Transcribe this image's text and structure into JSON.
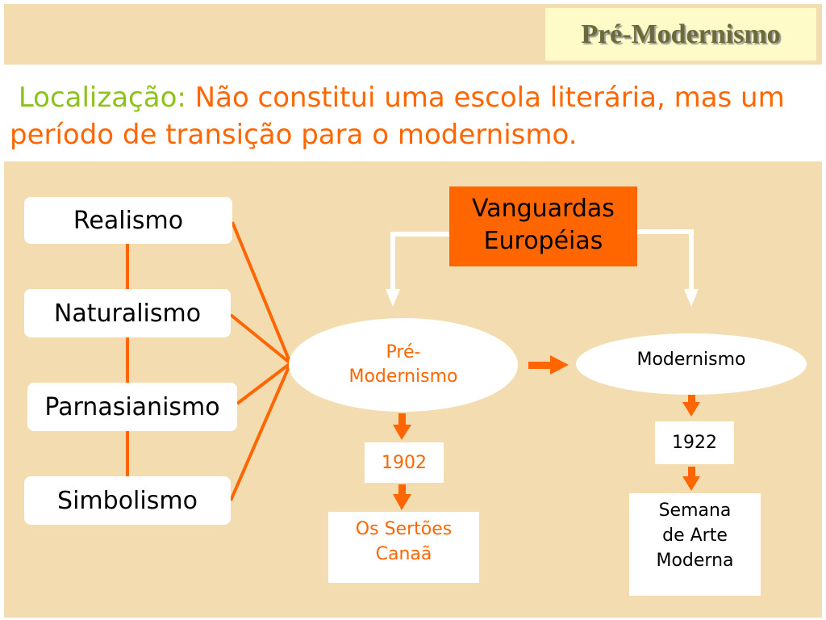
{
  "header": {
    "title": "Pré-Modernismo"
  },
  "intro": {
    "keyword": "Localização:",
    "text": "Não constitui uma escola literária, mas um período de transição para o modernismo."
  },
  "schools": [
    "Realismo",
    "Naturalismo",
    "Parnasianismo",
    "Simbolismo"
  ],
  "vanguardas": {
    "line1": "Vanguardas",
    "line2": "Européias"
  },
  "pre": {
    "line1": "Pré-",
    "line2": "Modernismo",
    "year": "1902",
    "works_line1": "Os Sertões",
    "works_line2": "Canaã"
  },
  "modern": {
    "label": "Modernismo",
    "year": "1922",
    "event_line1": "Semana",
    "event_line2": "de Arte",
    "event_line3": "Moderna"
  },
  "colors": {
    "accent": "#ff6600",
    "keyword": "#8cc21b",
    "background": "#f3dcb0"
  }
}
